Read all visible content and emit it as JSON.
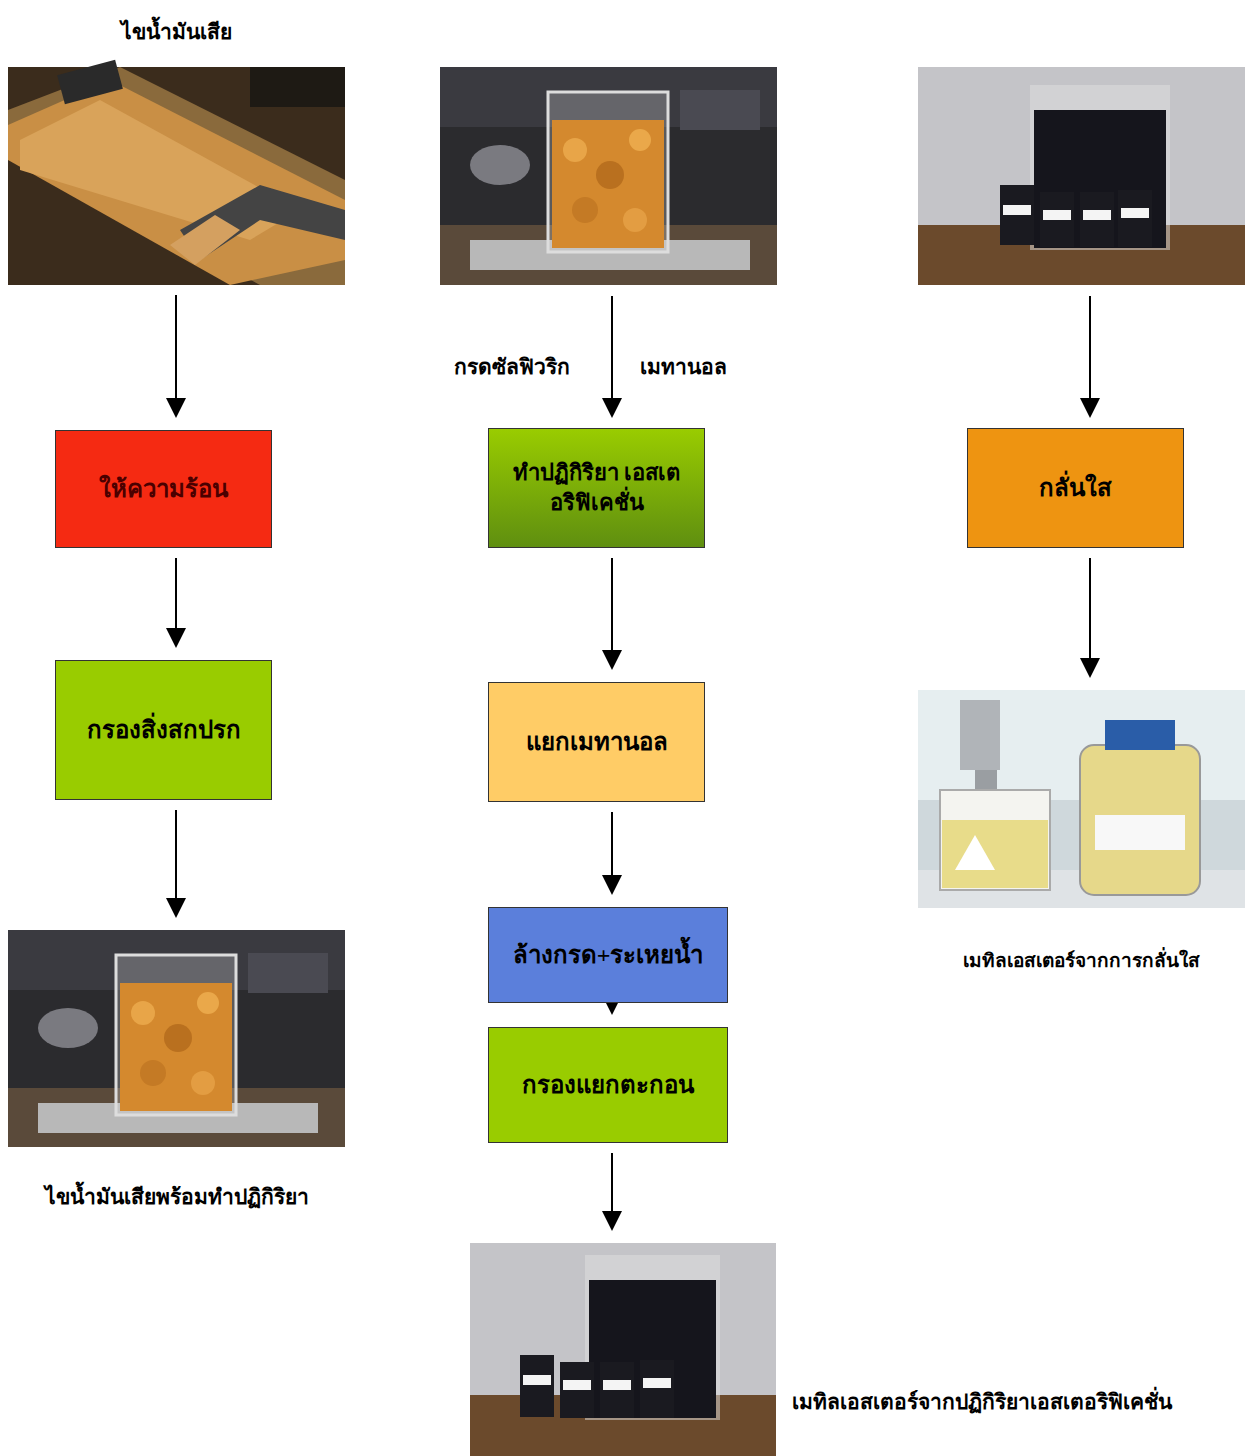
{
  "diagram": {
    "nodes": [
      {
        "text": [
          "ไขน้ำมันเสีย"
        ]
      },
      {
        "text": [
          "ให้ความร้อน"
        ]
      },
      {
        "text": [
          "กรองสิ่งสกปรก"
        ]
      },
      {
        "text": [
          "ไขน้ำมันเสียพร้อมทำปฏิกิริยา"
        ]
      },
      {
        "text": [
          "ทำปฏิกิริยา เอสเตอริฟิเคชั่น"
        ]
      },
      {
        "text": [
          "แยกเมทานอล"
        ]
      },
      {
        "text": [
          "ล้างกรด+ระเหยน้ำ"
        ]
      },
      {
        "text": [
          "กรองแยกตะกอน"
        ]
      },
      {
        "text": [
          "เมทิลเอสเตอร์จากปฏิกิริยาเอสเตอริฟิเคชั่น"
        ]
      },
      {
        "text": [
          "กลั่นใส"
        ]
      },
      {
        "text": [
          "เมทิลเอสเตอร์จากการกลั่นใส"
        ]
      }
    ],
    "edges": [
      {
        "from": 0,
        "to": 1,
        "arrow": "to"
      },
      {
        "from": 1,
        "to": 2,
        "arrow": "to"
      },
      {
        "from": 2,
        "to": 3,
        "arrow": "to"
      },
      {
        "from": 4,
        "to": 5,
        "arrow": "to"
      },
      {
        "from": 5,
        "to": 6,
        "arrow": "to"
      },
      {
        "from": 6,
        "to": 7,
        "arrow": "to"
      },
      {
        "from": 7,
        "to": 8,
        "arrow": "to"
      },
      {
        "from": 9,
        "to": 10,
        "arrow": "to"
      }
    ],
    "labels": [
      "กรดซัลฟิวริก",
      "เมทานอล"
    ]
  }
}
